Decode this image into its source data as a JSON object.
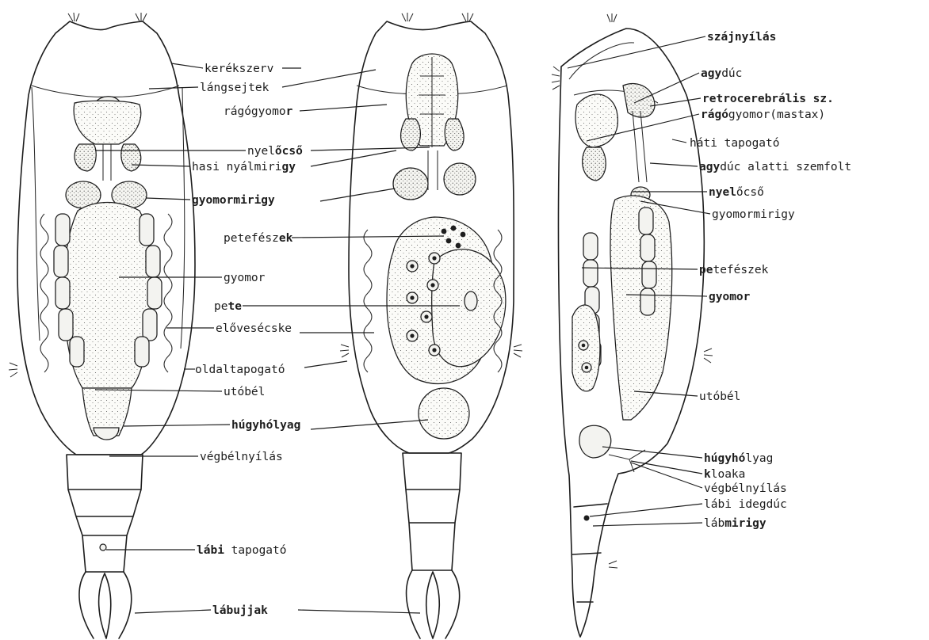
{
  "figure": {
    "labels": [
      {
        "id": "kereksszerv",
        "parts": [
          {
            "t": "kerékszerv",
            "b": false
          }
        ]
      },
      {
        "id": "langsejtek",
        "parts": [
          {
            "t": "lángsejtek",
            "b": false
          }
        ]
      },
      {
        "id": "ragogyomor",
        "parts": [
          {
            "t": "rágógyomo",
            "b": false
          },
          {
            "t": "r",
            "b": true
          }
        ]
      },
      {
        "id": "nyelocso",
        "parts": [
          {
            "t": "nyel",
            "b": false
          },
          {
            "t": "őcső",
            "b": true
          }
        ]
      },
      {
        "id": "hasi-nyalmirigy",
        "parts": [
          {
            "t": "hasi nyálmiri",
            "b": false
          },
          {
            "t": "gy",
            "b": true
          }
        ]
      },
      {
        "id": "gyomormirigy",
        "parts": [
          {
            "t": "gyomormirigy",
            "b": true
          }
        ]
      },
      {
        "id": "petefeszek",
        "parts": [
          {
            "t": "petefész",
            "b": false
          },
          {
            "t": "ek",
            "b": true
          }
        ]
      },
      {
        "id": "gyomor",
        "parts": [
          {
            "t": "gyomor",
            "b": false
          }
        ]
      },
      {
        "id": "pete",
        "parts": [
          {
            "t": "pe",
            "b": false
          },
          {
            "t": "te",
            "b": true
          }
        ]
      },
      {
        "id": "eloveseocske",
        "parts": [
          {
            "t": "előveséc",
            "b": false
          },
          {
            "t": "ske",
            "b": false
          }
        ]
      },
      {
        "id": "oldaltapogato",
        "parts": [
          {
            "t": "oldaltapogató",
            "b": false
          }
        ]
      },
      {
        "id": "utobel",
        "parts": [
          {
            "t": "utóbél",
            "b": false
          }
        ]
      },
      {
        "id": "hugyholyag",
        "parts": [
          {
            "t": "húgyhólyag",
            "b": true
          }
        ]
      },
      {
        "id": "vegbelnyilas",
        "parts": [
          {
            "t": "végbélnyílás",
            "b": false
          }
        ]
      },
      {
        "id": "labi-tapogato",
        "parts": [
          {
            "t": "lábi",
            "b": true
          },
          {
            "t": " tapogató",
            "b": false
          }
        ]
      },
      {
        "id": "labujjak",
        "parts": [
          {
            "t": "lábujjak",
            "b": true
          }
        ]
      },
      {
        "id": "szajnyilas",
        "parts": [
          {
            "t": "szájnyílás",
            "b": true
          }
        ]
      },
      {
        "id": "agyduc",
        "parts": [
          {
            "t": "agy",
            "b": true
          },
          {
            "t": "dúc",
            "b": false
          }
        ]
      },
      {
        "id": "retrocerebralis",
        "parts": [
          {
            "t": "retrocerebrális sz.",
            "b": true
          }
        ]
      },
      {
        "id": "ragogyomor-mastax",
        "parts": [
          {
            "t": "rágó",
            "b": true
          },
          {
            "t": "gyomor(mastax)",
            "b": false
          }
        ]
      },
      {
        "id": "hati-tapogato",
        "parts": [
          {
            "t": "háti tapogató",
            "b": false
          }
        ]
      },
      {
        "id": "agyduc-alatti",
        "parts": [
          {
            "t": "agy",
            "b": true
          },
          {
            "t": "dúc alatti szemfolt",
            "b": false
          }
        ]
      },
      {
        "id": "nyelocso-2",
        "parts": [
          {
            "t": "nyel",
            "b": true
          },
          {
            "t": "őcső",
            "b": false
          }
        ]
      },
      {
        "id": "gyomormirigy-2",
        "parts": [
          {
            "t": "gyomormirigy",
            "b": false
          }
        ]
      },
      {
        "id": "petefeszek-2",
        "parts": [
          {
            "t": "pe",
            "b": true
          },
          {
            "t": "tefészek",
            "b": false
          }
        ]
      },
      {
        "id": "gyomor-2",
        "parts": [
          {
            "t": "gyomor",
            "b": true
          }
        ]
      },
      {
        "id": "utobel-2",
        "parts": [
          {
            "t": "utóbél",
            "b": false
          }
        ]
      },
      {
        "id": "hugyholyag-2",
        "parts": [
          {
            "t": "húgyhó",
            "b": true
          },
          {
            "t": "lyag",
            "b": false
          }
        ]
      },
      {
        "id": "kloaka",
        "parts": [
          {
            "t": "k",
            "b": true
          },
          {
            "t": "loaka",
            "b": false
          }
        ]
      },
      {
        "id": "vegbelnyilas-2",
        "parts": [
          {
            "t": "végbélnyílás",
            "b": false
          }
        ]
      },
      {
        "id": "labi-ideg",
        "parts": [
          {
            "t": "lábi",
            "b": false
          },
          {
            "t": " idegdúc",
            "b": false
          }
        ]
      },
      {
        "id": "labmirigy",
        "parts": [
          {
            "t": "láb",
            "b": false
          },
          {
            "t": "mirigy",
            "b": true
          }
        ]
      }
    ]
  }
}
